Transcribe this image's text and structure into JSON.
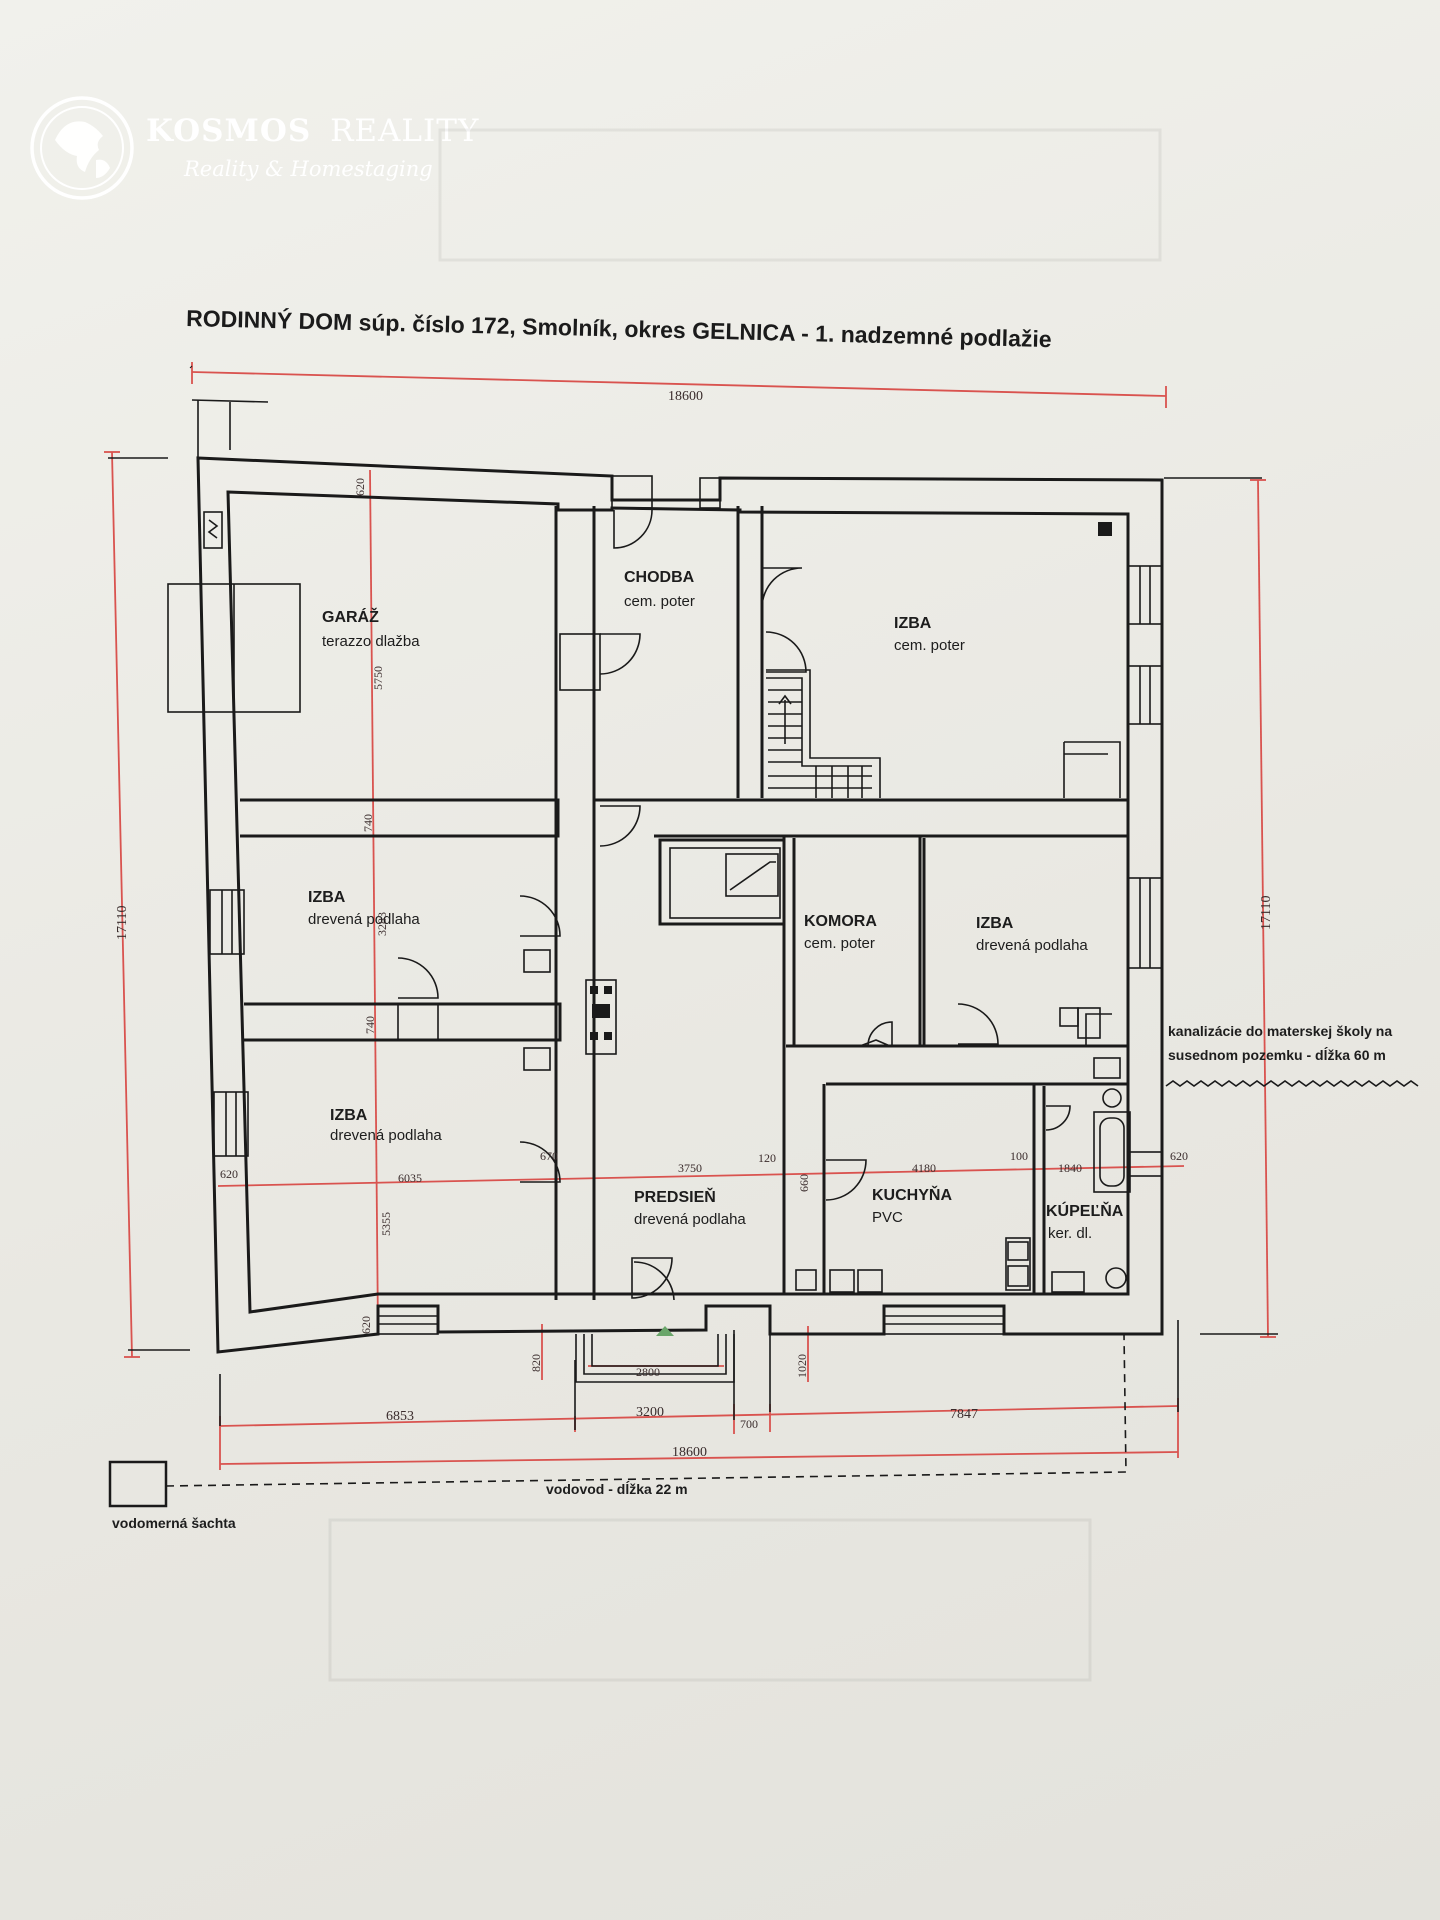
{
  "logo": {
    "brand_bold": "KOSMOS",
    "brand_light": "REALITY",
    "tagline": "Reality & Homestaging",
    "icon": "globe-icon"
  },
  "title": "RODINNÝ DOM súp. číslo 172, Smolník, okres GELNICA - 1. nadzemné podlažie",
  "rooms": {
    "garaz": {
      "name": "GARÁŽ",
      "floor": "terazzo dlažba"
    },
    "chodba": {
      "name": "CHODBA",
      "floor": "cem. poter"
    },
    "izba_ne": {
      "name": "IZBA",
      "floor": "cem. poter"
    },
    "izba_w1": {
      "name": "IZBA",
      "floor": "drevená podlaha"
    },
    "komora": {
      "name": "KOMORA",
      "floor": "cem. poter"
    },
    "izba_e": {
      "name": "IZBA",
      "floor": "drevená podlaha"
    },
    "izba_w2": {
      "name": "IZBA",
      "floor": "drevená podlaha"
    },
    "predsien": {
      "name": "PREDSIEŇ",
      "floor": "drevená podlaha"
    },
    "kuchyna": {
      "name": "KUCHYŇA",
      "floor": "PVC"
    },
    "kupelna": {
      "name": "KÚPEĽŇA",
      "floor": "ker. dl."
    }
  },
  "dimensions": {
    "top_total": "18600",
    "left_total": "17110",
    "right_total": "17110",
    "wall_620_top": "620",
    "garage_depth": "5750",
    "corridor_740_a": "740",
    "room_3283": "3283",
    "corridor_740_b": "740",
    "room_5355": "5355",
    "wall_620_bottom": "620",
    "wall_620_left": "620",
    "width_6035": "6035",
    "width_670": "670",
    "width_3750": "3750",
    "width_120": "120",
    "width_660": "660",
    "width_4180": "4180",
    "width_100": "100",
    "width_1840": "1840",
    "wall_620_right": "620",
    "step_820": "820",
    "step_2800": "2800",
    "step_1020": "1020",
    "bottom_6853": "6853",
    "bottom_3200": "3200",
    "bottom_700": "700",
    "bottom_7847": "7847",
    "bottom_total": "18600"
  },
  "notes": {
    "sewer_line1": "kanalizácie do materskej školy na",
    "sewer_line2": "susednom pozemku - dĺžka 60 m",
    "water": "vodovod - dĺžka 22 m",
    "meter_shaft": "vodomerná šachta"
  }
}
